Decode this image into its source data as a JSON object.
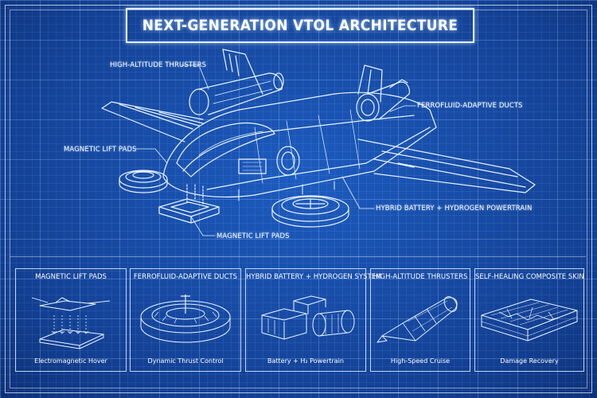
{
  "title": "NEXT-GENERATION VTOL ARCHITECTURE",
  "callouts": {
    "high_altitude_thrusters": "HIGH-ALTITUDE THRUSTERS",
    "ferrofluid_ducts": "FERROFLUID-ADAPTIVE DUCTS",
    "magnetic_lift_pads_left": "MAGNETIC LIFT PADS",
    "hybrid_powertrain": "HYBRID BATTERY + HYDROGEN POWERTRAIN",
    "magnetic_lift_pads_bottom": "MAGNETIC LIFT PADS"
  },
  "panels": [
    {
      "title": "MAGNETIC LIFT PADS",
      "caption": "Electromagnetic Hover",
      "icon": "hover-pad-icon"
    },
    {
      "title": "FERROFLUID-ADAPTIVE DUCTS",
      "caption": "Dynamic Thrust Control",
      "icon": "duct-ring-icon"
    },
    {
      "title": "HYBRID BATTERY + HYDROGEN SYSTEM",
      "caption": "Battery + H₂ Powertrain",
      "icon": "battery-tank-icon"
    },
    {
      "title": "HIGH-ALTITUDE THRUSTERS",
      "caption": "High-Speed Cruise",
      "icon": "thruster-icon"
    },
    {
      "title": "SELF-HEALING COMPOSITE SKIN",
      "caption": "Damage Recovery",
      "icon": "composite-panel-icon"
    }
  ],
  "colors": {
    "background": "#1547a0",
    "line": "#e6f2ff"
  }
}
